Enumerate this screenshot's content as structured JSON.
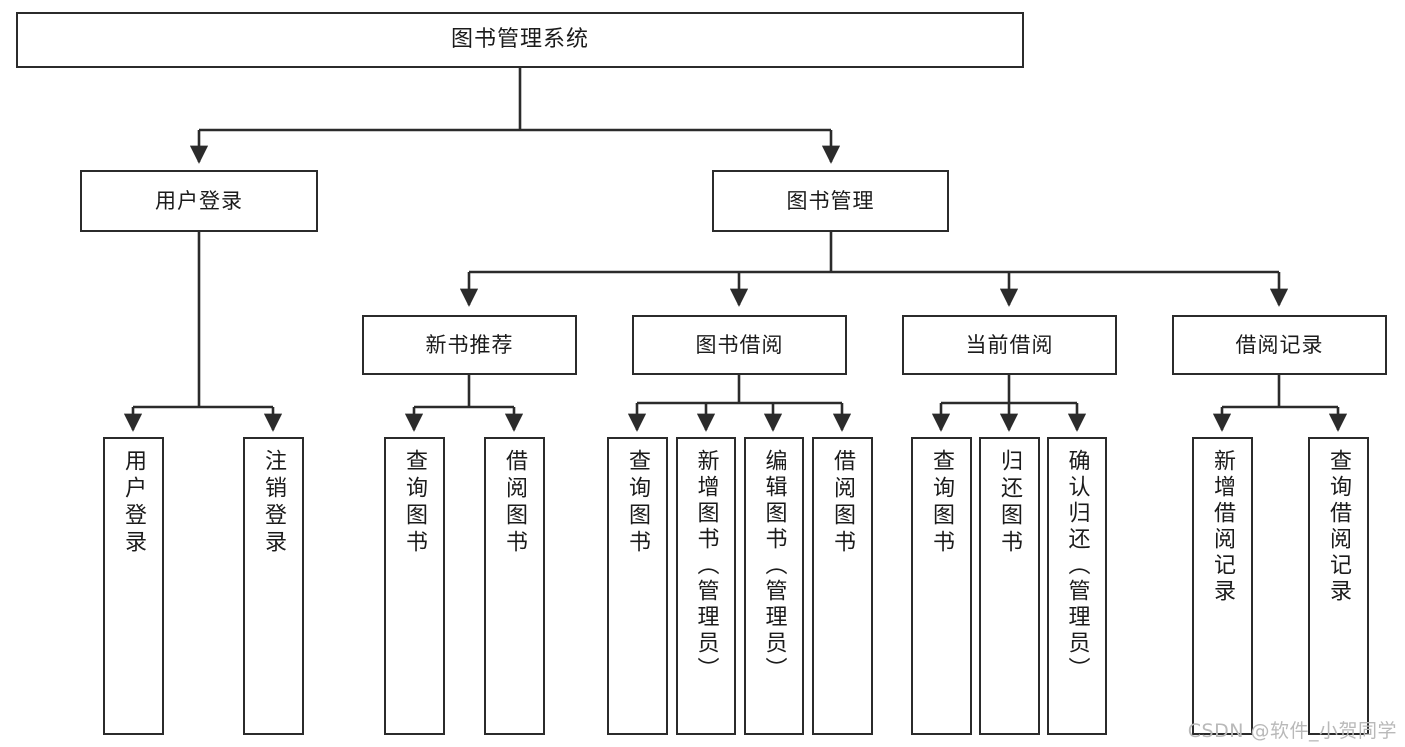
{
  "diagram": {
    "title": "图书管理系统",
    "type": "tree",
    "watermark": "CSDN @软件_小贺同学",
    "root": {
      "label": "图书管理系统"
    },
    "level2": [
      {
        "label": "用户登录"
      },
      {
        "label": "图书管理"
      }
    ],
    "level3": [
      {
        "label": "新书推荐"
      },
      {
        "label": "图书借阅"
      },
      {
        "label": "当前借阅"
      },
      {
        "label": "借阅记录"
      }
    ],
    "leaves": {
      "user_login": [
        {
          "label": "用户登录"
        },
        {
          "label": "注销登录"
        }
      ],
      "new_book": [
        {
          "label": "查询图书"
        },
        {
          "label": "借阅图书"
        }
      ],
      "book_borrow": [
        {
          "label": "查询图书"
        },
        {
          "label": "新增图书（管理员）"
        },
        {
          "label": "编辑图书（管理员）"
        },
        {
          "label": "借阅图书"
        }
      ],
      "current_borrow": [
        {
          "label": "查询图书"
        },
        {
          "label": "归还图书"
        },
        {
          "label": "确认归还（管理员）"
        }
      ],
      "borrow_record": [
        {
          "label": "新增借阅记录"
        },
        {
          "label": "查询借阅记录"
        }
      ]
    },
    "colors": {
      "stroke": "#2b2b2b",
      "fill": "#ffffff",
      "text": "#1b1b1b",
      "watermark": "#b9b9b9"
    }
  }
}
